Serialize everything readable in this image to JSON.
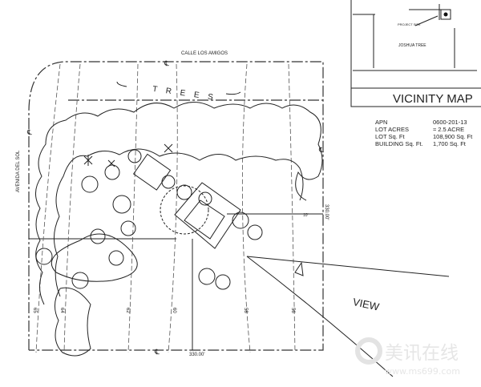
{
  "site_plan": {
    "street_top": "CALLE LOS AMIGOS",
    "street_left": "AVENIDA DEL SOL",
    "trees_label": "T R E E S",
    "dimension_right": "330.00'",
    "dimension_bottom": "330.00'",
    "setback_label": "10'",
    "view_label": "VIEW",
    "centerline_marks": [
      "℄",
      "℄",
      "℄",
      "℄"
    ],
    "contour_labels": [
      "65",
      "64",
      "62",
      "60",
      "58",
      "56"
    ]
  },
  "vicinity_map": {
    "title": "VICINITY MAP",
    "town_label": "JOSHUA TREE",
    "project_site_label": "PROJECT SITE"
  },
  "property_info": [
    {
      "label": "APN",
      "value": "0600-201-13"
    },
    {
      "label": "LOT ACRES",
      "value": "≈ 2.5 ACRE"
    },
    {
      "label": "LOT Sq. Ft",
      "value": "108,900  Sq. Ft"
    },
    {
      "label": "BUILDING Sq. Ft.",
      "value": "1,700  Sq. Ft"
    }
  ],
  "watermark": {
    "text": "美讯在线",
    "url": "www.ms699.com"
  }
}
